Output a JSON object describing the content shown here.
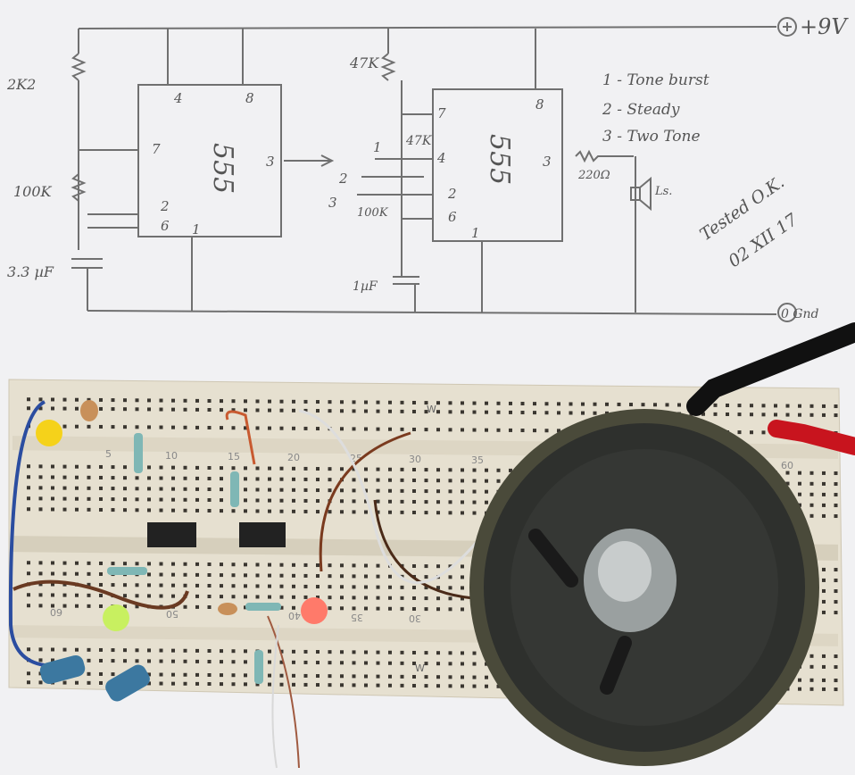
{
  "schematic": {
    "supply_pos": "+9V",
    "supply_neg": "0 Gnd",
    "r1": "2K2",
    "r2": "100K",
    "c1": "3.3 µF",
    "r3": "47K",
    "r4": "47K",
    "r5": "100K",
    "c2": "1µF",
    "r6": "220Ω",
    "speaker": "Ls.",
    "ic_label": "555",
    "ic1_pins": [
      "4",
      "8",
      "7",
      "3",
      "2",
      "6",
      "1"
    ],
    "ic2_pins": [
      "7",
      "4",
      "2",
      "6",
      "1",
      "8",
      "3"
    ],
    "switch_positions": [
      "1",
      "2",
      "3"
    ],
    "legend": [
      "1 - Tone burst",
      "2 - Steady",
      "3 - Two Tone"
    ],
    "signature": [
      "Tested O.K.",
      "02 XII 17"
    ]
  },
  "breadboard": {
    "column_numbers_top": [
      "5",
      "10",
      "15",
      "20",
      "25",
      "30",
      "35",
      "60"
    ],
    "column_numbers_bottom": [
      "60",
      "50",
      "40",
      "35",
      "30"
    ],
    "rail_marks": [
      "W",
      "W"
    ]
  },
  "colors": {
    "paper": "#f1f1f3",
    "pencil": "#6a6a6a",
    "breadboard": "#e8e2d2",
    "speaker": "#2e302d",
    "led_yellow": "#f5d21a",
    "led_green": "#c8f060",
    "led_red": "#ff7a6a"
  }
}
